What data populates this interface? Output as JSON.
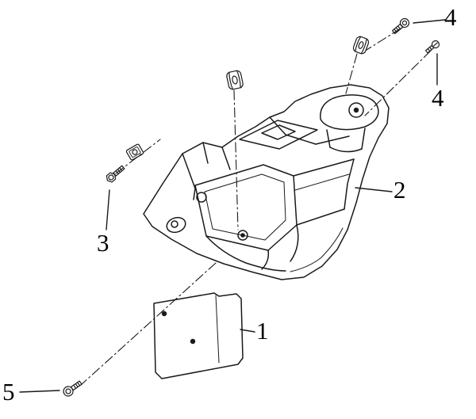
{
  "diagram": {
    "background_color": "#ffffff",
    "line_color": "#1a1a1a",
    "callouts": [
      {
        "id": "4-top",
        "part": "flange-bolt-top",
        "text": "4"
      },
      {
        "id": "4-right",
        "part": "screw-right",
        "text": "4"
      },
      {
        "id": "2",
        "part": "rear-fender-body",
        "text": "2"
      },
      {
        "id": "3",
        "part": "bolt-and-clip-left",
        "text": "3"
      },
      {
        "id": "1",
        "part": "mud-flap-plate",
        "text": "1"
      },
      {
        "id": "5",
        "part": "bolt-bottom-left",
        "text": "5"
      }
    ]
  }
}
